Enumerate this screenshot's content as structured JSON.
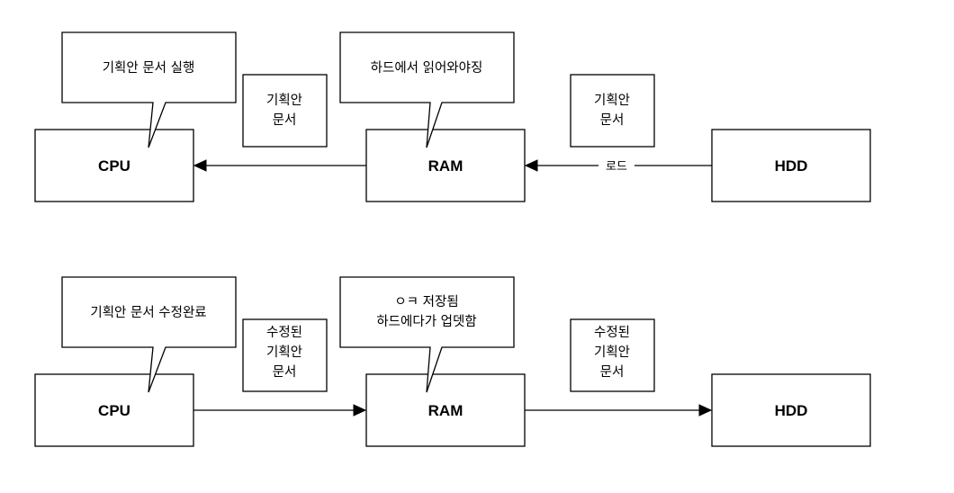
{
  "colors": {
    "stroke": "#000000",
    "background": "#ffffff"
  },
  "top_flow": {
    "cpu": "CPU",
    "ram": "RAM",
    "hdd": "HDD",
    "cpu_callout": "기획안 문서 실행",
    "ram_callout": "하드에서 읽어와야징",
    "doc_note_left": [
      "기획안",
      "문서"
    ],
    "doc_note_right": [
      "기획안",
      "문서"
    ],
    "edge_label": "로드"
  },
  "bottom_flow": {
    "cpu": "CPU",
    "ram": "RAM",
    "hdd": "HDD",
    "cpu_callout": "기획안 문서 수정완료",
    "ram_callout": [
      "ㅇㅋ 저장됨",
      "하드에다가 업뎃함"
    ],
    "doc_note_left": [
      "수정된",
      "기획안",
      "문서"
    ],
    "doc_note_right": [
      "수정된",
      "기획안",
      "문서"
    ]
  }
}
